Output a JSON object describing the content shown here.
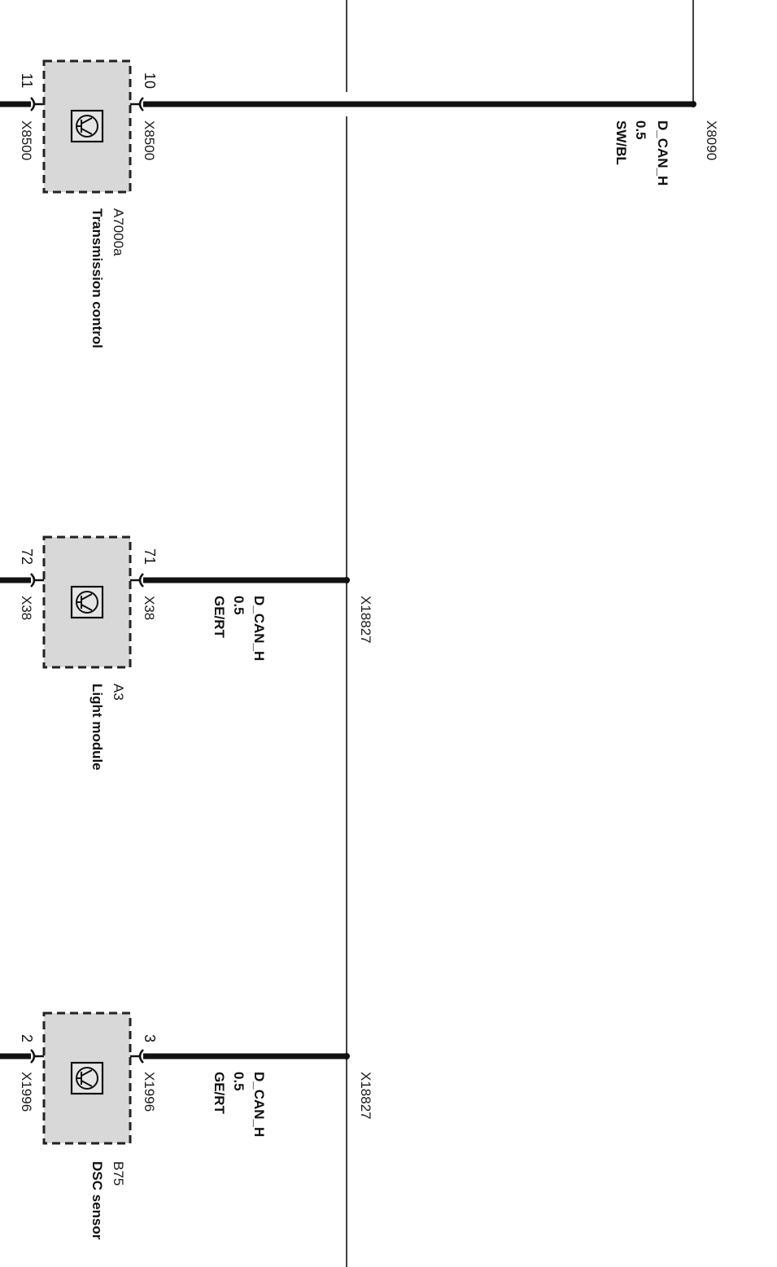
{
  "colors": {
    "background": "#ffffff",
    "line": "#111111",
    "module_fill": "#d8d8d8",
    "module_border": "#222222"
  },
  "bus_lines": [
    {
      "id": "left-bus"
    },
    {
      "id": "right-bus"
    }
  ],
  "modules": [
    {
      "id": "transmission",
      "code": "A7000a",
      "name": "Transmission control",
      "icon": "transistor-icon",
      "pin_left": "11",
      "pin_right": "10",
      "connector_left": "X8500",
      "connector_right": "X8500",
      "wire": {
        "signal": "D_CAN_H",
        "size": "0.5",
        "color": "SW/BL"
      },
      "splice": "X8090",
      "splice_bus": "right-bus"
    },
    {
      "id": "light",
      "code": "A3",
      "name": "Light module",
      "icon": "transistor-icon",
      "pin_left": "72",
      "pin_right": "71",
      "connector_left": "X38",
      "connector_right": "X38",
      "wire": {
        "signal": "D_CAN_H",
        "size": "0.5",
        "color": "GE/RT"
      },
      "splice": "X18827",
      "splice_bus": "left-bus"
    },
    {
      "id": "dsc",
      "code": "B75",
      "name": "DSC sensor",
      "icon": "transistor-icon",
      "pin_left": "2",
      "pin_right": "3",
      "connector_left": "X1996",
      "connector_right": "X1996",
      "wire": {
        "signal": "D_CAN_H",
        "size": "0.5",
        "color": "GE/RT"
      },
      "splice": "X18827",
      "splice_bus": "left-bus"
    }
  ]
}
